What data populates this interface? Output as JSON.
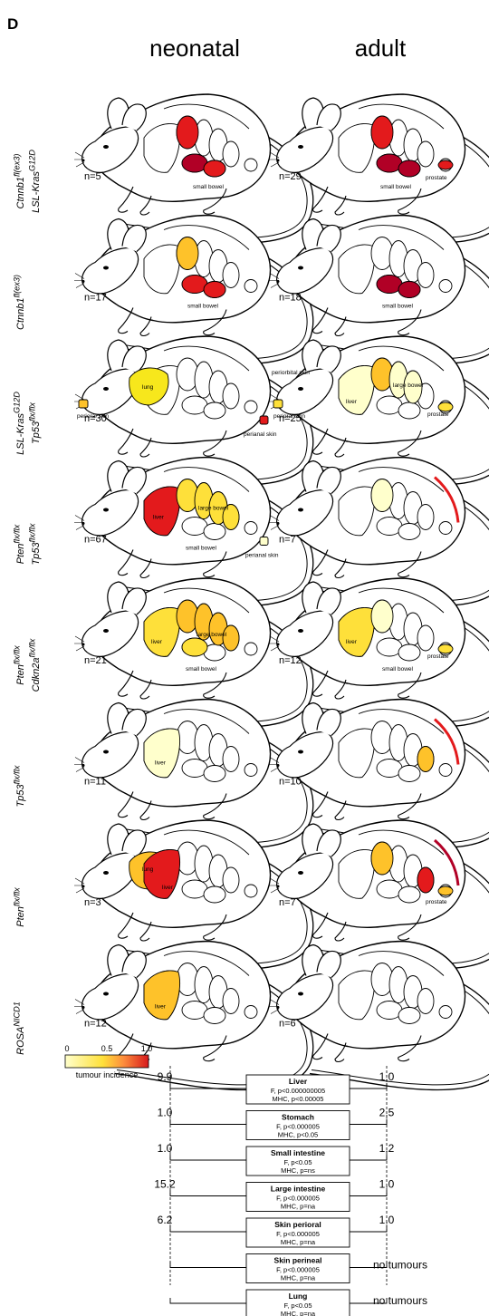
{
  "panel_label": "D",
  "column_headers": [
    "neonatal",
    "adult"
  ],
  "genotypes": [
    {
      "html": "<i>Ctnnb1<sup>fl(ex3)</sup><br>LSL-Kras<sup>G12D</sup></i>",
      "neonatal": {
        "n": "n=5"
      },
      "adult": {
        "n": "n=29"
      }
    },
    {
      "html": "<i>Ctnnb1<sup>fl(ex3)</sup></i>",
      "neonatal": {
        "n": "n=17"
      },
      "adult": {
        "n": "n=18"
      }
    },
    {
      "html": "<i>LSL-Kras<sup>G12D</sup><br>Tp53<sup>flx/flx</sup></i>",
      "neonatal": {
        "n": "n=30"
      },
      "adult": {
        "n": "n=25"
      }
    },
    {
      "html": "<i>Pten<sup>flx/flx</sup><br>Tp53<sup>flx/flx</sup></i>",
      "neonatal": {
        "n": "n=67"
      },
      "adult": {
        "n": "n=7"
      }
    },
    {
      "html": "<i>Pten<sup>flx/flx</sup><br>Cdkn2a<sup>flx/flx</sup></i>",
      "neonatal": {
        "n": "n=21"
      },
      "adult": {
        "n": "n=12"
      }
    },
    {
      "html": "<i>Tp53<sup>flx/flx</sup></i>",
      "neonatal": {
        "n": "n=11"
      },
      "adult": {
        "n": "n=10"
      }
    },
    {
      "html": "<i>Pten<sup>flx/flx</sup></i>",
      "neonatal": {
        "n": "n=3"
      },
      "adult": {
        "n": "n=7"
      }
    },
    {
      "html": "<i>ROSA<sup>NICD1</sup></i>",
      "neonatal": {
        "n": "n=12"
      },
      "adult": {
        "n": "n=6"
      }
    }
  ],
  "organ_labels": {
    "small_bowel": "small bowel",
    "prostate": "prostate",
    "lung": "lung",
    "liver": "liver",
    "large_bowel": "large bowel",
    "perioral_skin": "perioral skin",
    "perianal_skin": "perianal skin",
    "periorbital_skin": "periorbital skin"
  },
  "colors": {
    "low": "#ffffcc",
    "mid": "#fec22a",
    "high": "#e31a1c",
    "max": "#b10026",
    "outline": "#000000"
  },
  "legend": {
    "ticks": [
      "0",
      "0.5",
      "1.0"
    ],
    "label": "tumour incidence"
  },
  "comparisons": [
    {
      "organ": "Liver",
      "neonatal": "9.9",
      "adult": "1.0",
      "f": "F, p<0.000000005",
      "mhc": "MHC, p<0.00005"
    },
    {
      "organ": "Stomach",
      "neonatal": "1.0",
      "adult": "2.5",
      "f": "F, p<0.000005",
      "mhc": "MHC, p<0.05"
    },
    {
      "organ": "Small intestine",
      "neonatal": "1.0",
      "adult": "1.2",
      "f": "F, p<0.05",
      "mhc": "MHC, p=ns"
    },
    {
      "organ": "Large intestine",
      "neonatal": "15.2",
      "adult": "1.0",
      "f": "F, p<0.000005",
      "mhc": "MHC, p=na"
    },
    {
      "organ": "Skin perioral",
      "neonatal": "6.2",
      "adult": "1.0",
      "f": "F, p<0.000005",
      "mhc": "MHC, p=na"
    },
    {
      "organ": "Skin perineal",
      "neonatal": "",
      "adult": "no tumours",
      "f": "F, p<0.000005",
      "mhc": "MHC, p=na"
    },
    {
      "organ": "Lung",
      "neonatal": "",
      "adult": "no tumours",
      "f": "F, p<0.05",
      "mhc": "MHC, p=na"
    }
  ]
}
